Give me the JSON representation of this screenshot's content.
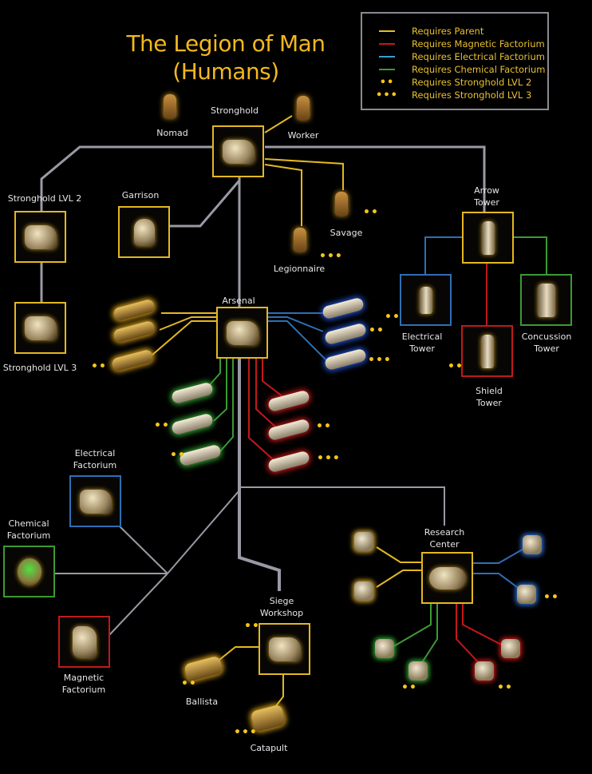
{
  "title": {
    "line1": "The Legion of Man",
    "line2": "(Humans)"
  },
  "colors": {
    "parent": "#e4b820",
    "magnetic": "#c01a1a",
    "electrical": "#2e8fd0",
    "chemical": "#3c9a34",
    "main": "#9a9aa6",
    "title": "#f2b81e"
  },
  "legend": [
    {
      "symbol": "yellow-line",
      "text": "Requires Parent"
    },
    {
      "symbol": "red-line",
      "text": "Requires Magnetic Factorium"
    },
    {
      "symbol": "blue-line",
      "text": "Requires Electrical Factorium"
    },
    {
      "symbol": "green-line",
      "text": "Requires Chemical Factorium"
    },
    {
      "symbol": "••",
      "text": "Requires Stronghold LVL 2"
    },
    {
      "symbol": "•••",
      "text": "Requires Stronghold LVL 3"
    }
  ],
  "dots": {
    "lvl2": "••",
    "lvl3": "•••"
  },
  "nodes": {
    "stronghold": "Stronghold",
    "nomad": "Nomad",
    "worker": "Worker",
    "stronghold_lvl2": "Stronghold LVL 2",
    "stronghold_lvl3": "Stronghold LVL 3",
    "garrison": "Garrison",
    "savage": "Savage",
    "legionnaire": "Legionnaire",
    "arrow_tower": [
      "Arrow",
      "Tower"
    ],
    "electrical_tower": [
      "Electrical",
      "Tower"
    ],
    "shield_tower": [
      "Shield",
      "Tower"
    ],
    "concussion_tower": [
      "Concussion",
      "Tower"
    ],
    "arsenal": "Arsenal",
    "electrical_factorium": [
      "Electrical",
      "Factorium"
    ],
    "chemical_factorium": [
      "Chemical",
      "Factorium"
    ],
    "magnetic_factorium": [
      "Magnetic",
      "Factorium"
    ],
    "research_center": [
      "Research",
      "Center"
    ],
    "siege_workshop": [
      "Siege",
      "Workshop"
    ],
    "ballista": "Ballista",
    "catapult": "Catapult"
  }
}
